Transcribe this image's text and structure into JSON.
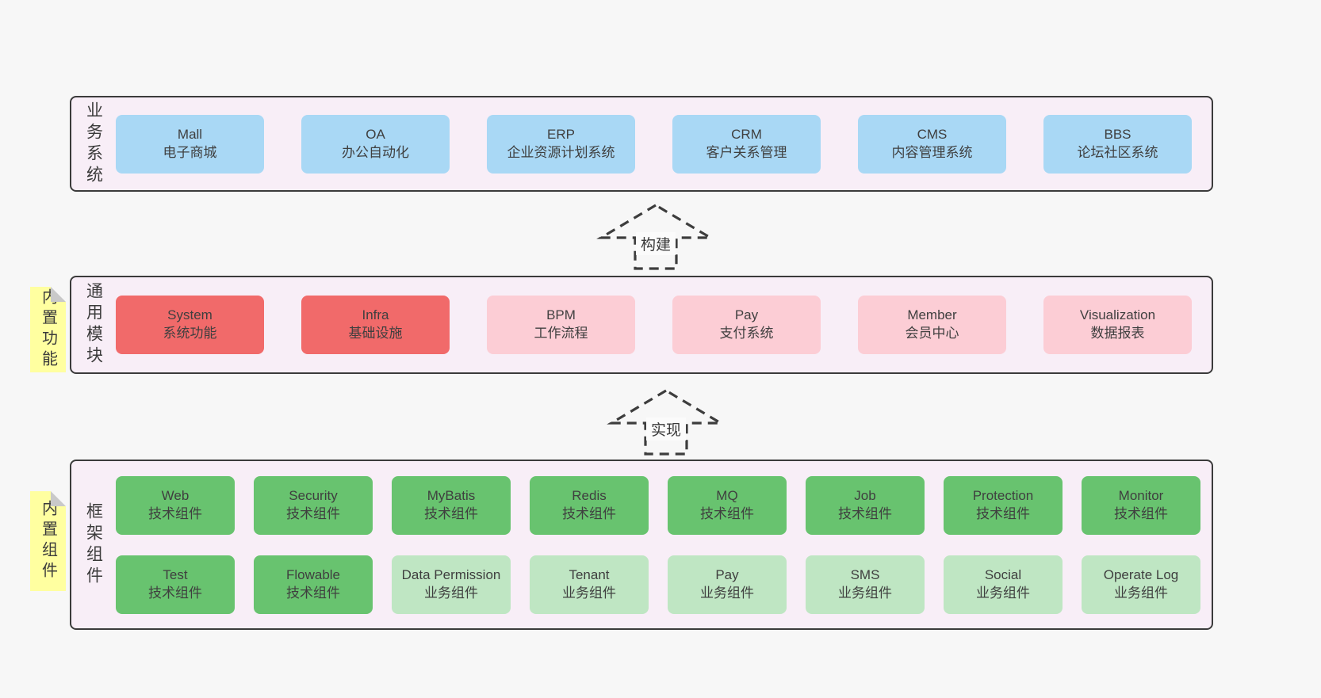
{
  "palette": {
    "page_bg": "#f7f7f7",
    "panel_bg": "#f8eef7",
    "panel_border": "#3b3b3b",
    "blue": "#a9d8f5",
    "red": "#f16a6a",
    "pink": "#fccdd5",
    "green": "#68c36f",
    "light_green": "#bfe6c3",
    "sticky_yellow": "#ffffa0",
    "sticky_fold": "#c9c9c9",
    "text": "#3f3f3f"
  },
  "business": {
    "label": "业务系统",
    "boxes": [
      {
        "en": "Mall",
        "zh": "电子商城"
      },
      {
        "en": "OA",
        "zh": "办公自动化"
      },
      {
        "en": "ERP",
        "zh": "企业资源计划系统"
      },
      {
        "en": "CRM",
        "zh": "客户关系管理"
      },
      {
        "en": "CMS",
        "zh": "内容管理系统"
      },
      {
        "en": "BBS",
        "zh": "论坛社区系统"
      }
    ]
  },
  "arrows": {
    "build": "构建",
    "implement": "实现"
  },
  "modules": {
    "label": "通用模块",
    "sticky": "内置功能",
    "boxes": [
      {
        "en": "System",
        "zh": "系统功能"
      },
      {
        "en": "Infra",
        "zh": "基础设施"
      },
      {
        "en": "BPM",
        "zh": "工作流程"
      },
      {
        "en": "Pay",
        "zh": "支付系统"
      },
      {
        "en": "Member",
        "zh": "会员中心"
      },
      {
        "en": "Visualization",
        "zh": "数据报表"
      }
    ]
  },
  "components": {
    "label": "框架组件",
    "sticky": "内置组件",
    "rows": [
      [
        {
          "en": "Web",
          "zh": "技术组件"
        },
        {
          "en": "Security",
          "zh": "技术组件"
        },
        {
          "en": "MyBatis",
          "zh": "技术组件"
        },
        {
          "en": "Redis",
          "zh": "技术组件"
        },
        {
          "en": "MQ",
          "zh": "技术组件"
        },
        {
          "en": "Job",
          "zh": "技术组件"
        },
        {
          "en": "Protection",
          "zh": "技术组件"
        },
        {
          "en": "Monitor",
          "zh": "技术组件"
        }
      ],
      [
        {
          "en": "Test",
          "zh": "技术组件"
        },
        {
          "en": "Flowable",
          "zh": "技术组件"
        },
        {
          "en": "Data Permission",
          "zh": "业务组件"
        },
        {
          "en": "Tenant",
          "zh": "业务组件"
        },
        {
          "en": "Pay",
          "zh": "业务组件"
        },
        {
          "en": "SMS",
          "zh": "业务组件"
        },
        {
          "en": "Social",
          "zh": "业务组件"
        },
        {
          "en": "Operate Log",
          "zh": "业务组件"
        }
      ]
    ]
  }
}
